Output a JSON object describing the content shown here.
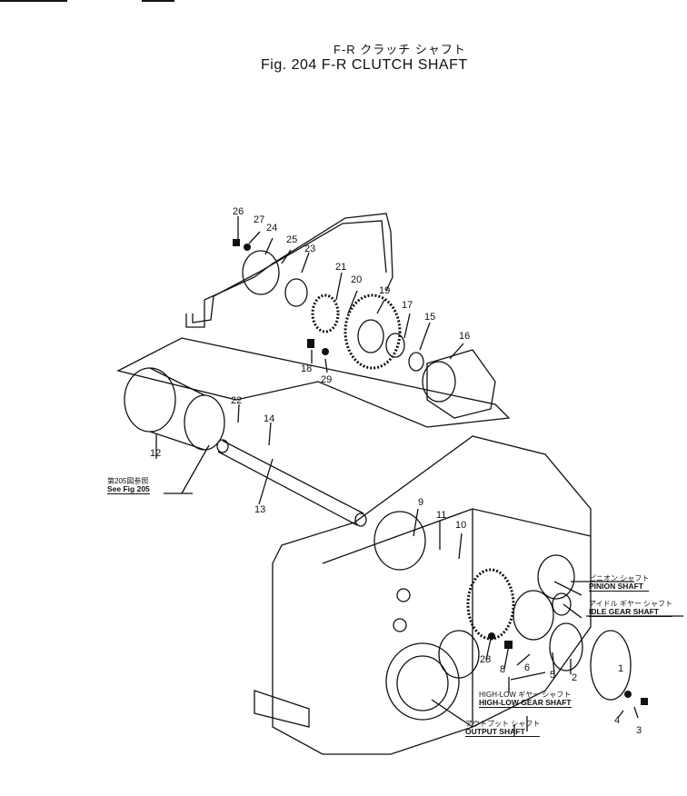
{
  "header": {
    "title_jp": "F-R クラッチ シャフト",
    "title_en": "Fig. 204 F-R CLUTCH SHAFT"
  },
  "callouts": [
    "26",
    "27",
    "24",
    "25",
    "23",
    "21",
    "20",
    "19",
    "17",
    "15",
    "16",
    "18",
    "29",
    "22",
    "14",
    "12",
    "13",
    "9",
    "11",
    "10",
    "28",
    "8",
    "6",
    "5",
    "2",
    "4",
    "3",
    "1"
  ],
  "labels": {
    "see_fig_jp": "第205図参照",
    "see_fig_en": "See Fig 205",
    "pinion_jp": "ピニオン シャフト",
    "pinion_en": "PINION SHAFT",
    "idle_jp": "アイドル ギヤー シャフト",
    "idle_en": "IDLE GEAR SHAFT",
    "highlow_jp": "HIGH-LOW ギヤー シャフト",
    "highlow_en": "HIGH-LOW GEAR SHAFT",
    "output_jp": "アウトプット シャフト",
    "output_en": "OUTPUT SHAFT"
  }
}
